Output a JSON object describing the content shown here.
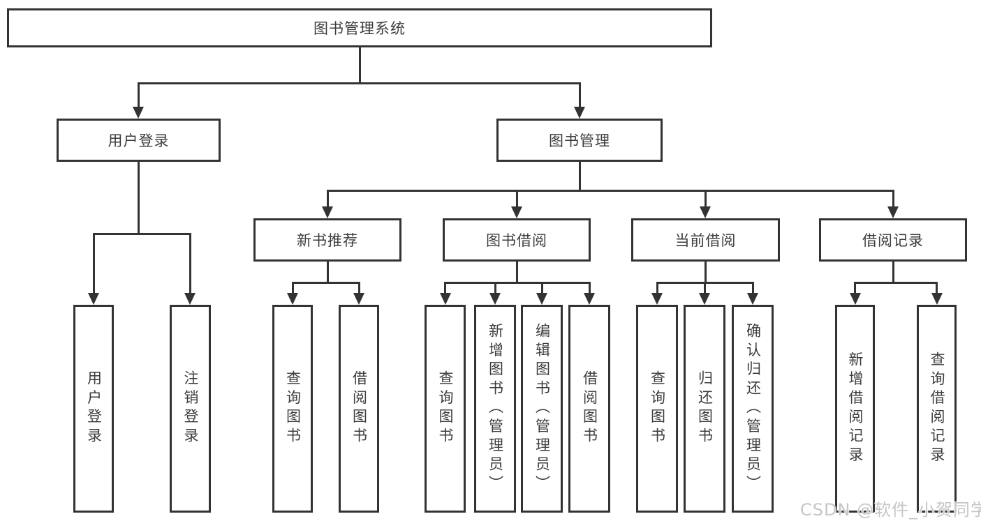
{
  "diagram": {
    "root": "图书管理系统",
    "level2": {
      "user_login": "用户登录",
      "book_mgmt": "图书管理"
    },
    "level3": {
      "new_books": "新书推荐",
      "borrowing": "图书借阅",
      "current": "当前借阅",
      "records": "借阅记录"
    },
    "leaves": {
      "login": "用户登录",
      "logout": "注销登录",
      "nb_query": "查询图书",
      "nb_borrow": "借阅图书",
      "bw_query": "查询图书",
      "bw_add": "新增图书（管理员）",
      "bw_edit": "编辑图书（管理员）",
      "bw_borrow": "借阅图书",
      "cur_query": "查询图书",
      "cur_return": "归还图书",
      "cur_confirm": "确认归还（管理员）",
      "rec_add": "新增借阅记录",
      "rec_query": "查询借阅记录"
    }
  },
  "watermark": "CSDN @软件_小贺同学",
  "colors": {
    "line": "#333333",
    "text": "#3c3c3c",
    "watermark": "#c6c6c6",
    "background": "#ffffff"
  }
}
